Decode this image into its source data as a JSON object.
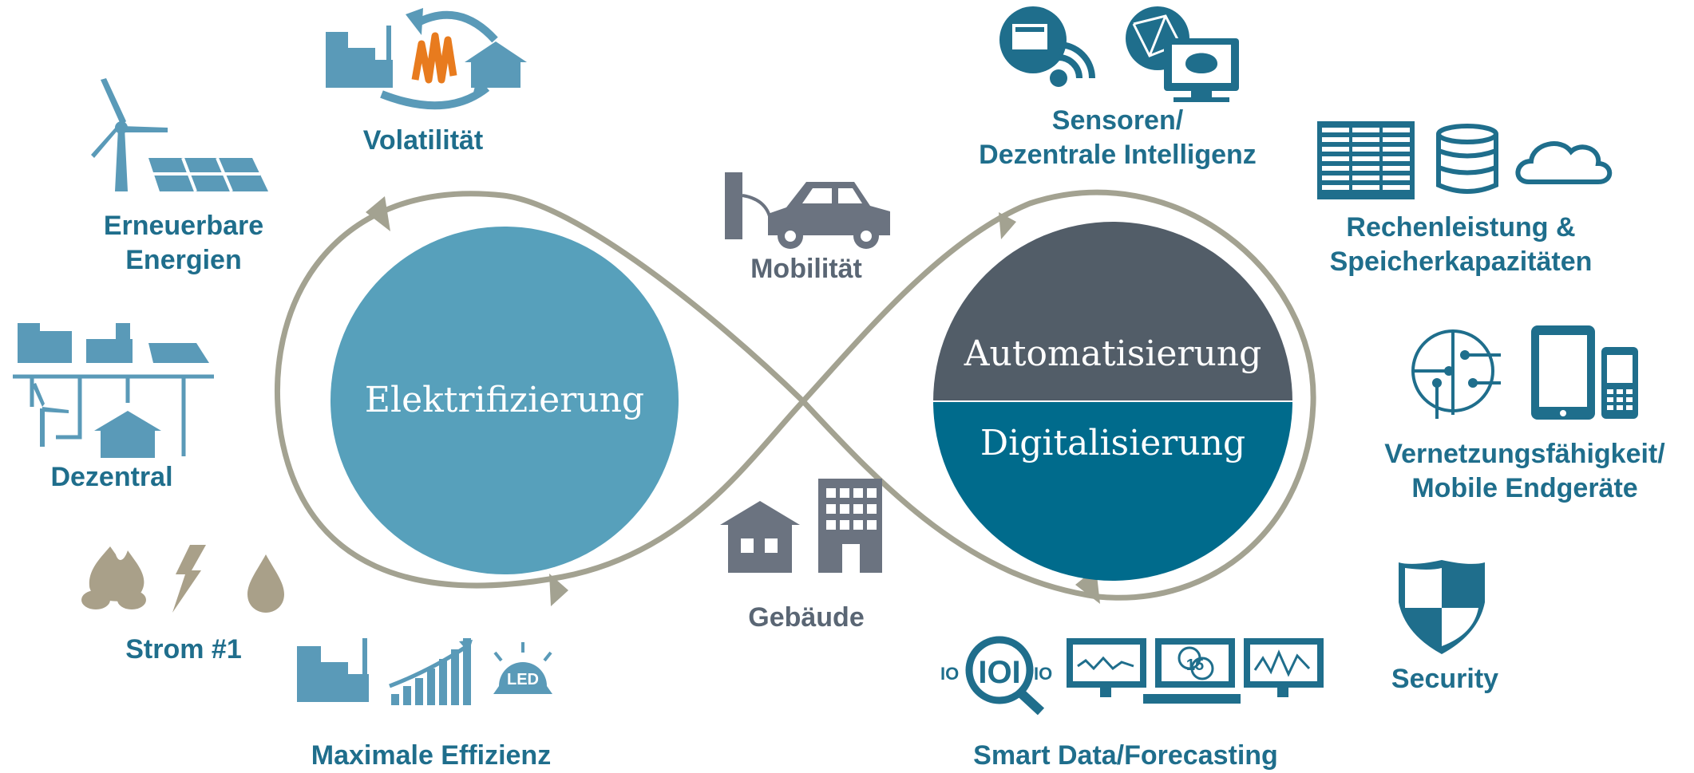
{
  "colors": {
    "teal": "#1f6e8c",
    "light_blue": "#57a0bb",
    "dark_slate": "#525d68",
    "deep_teal": "#006b8c",
    "grey_loop": "#a3a291",
    "slate_text": "#5a6674",
    "orange_accent": "#e87b1e",
    "warm_grey": "#a9a089"
  },
  "center": {
    "left_circle": "Elektrifizierung",
    "right_circle_top": "Automatisierung",
    "right_circle_bottom": "Digitalisierung"
  },
  "left_items": {
    "volatility": {
      "label": "Volatilität",
      "icons": [
        "power-plant-icon",
        "oscillation-icon",
        "cycle-arrows-icon",
        "house-icon"
      ]
    },
    "renewables": {
      "lines": [
        "Erneuerbare",
        "Energien"
      ],
      "icons": [
        "wind-turbine-icon",
        "solar-panel-icon"
      ]
    },
    "decentral": {
      "label": "Dezentral",
      "icons": [
        "grid-network-icon"
      ]
    },
    "strom": {
      "label": "Strom #1",
      "icons": [
        "coal-fire-icon",
        "lightning-icon",
        "oil-drop-icon"
      ]
    },
    "efficiency": {
      "label": "Maximale Effizienz",
      "icons": [
        "factory-icon",
        "growth-chart-icon",
        "led-lamp-icon"
      ],
      "led_text": "LED"
    }
  },
  "middle_items": {
    "mobility": {
      "label": "Mobilität",
      "icons": [
        "ev-charger-icon",
        "car-icon"
      ]
    },
    "buildings": {
      "label": "Gebäude",
      "icons": [
        "house-icon",
        "office-building-icon"
      ]
    }
  },
  "right_items": {
    "sensors": {
      "lines": [
        "Sensoren/",
        "Dezentrale Intelligenz"
      ],
      "icons": [
        "sensor-icon",
        "globe-network-icon",
        "monitor-brain-icon"
      ]
    },
    "compute": {
      "lines": [
        "Rechenleistung &",
        "Speicherkapazitäten"
      ],
      "icons": [
        "server-rack-icon",
        "database-icon",
        "cloud-icon"
      ]
    },
    "connectivity": {
      "lines": [
        "Vernetzungsfähigkeit/",
        "Mobile Endgeräte"
      ],
      "icons": [
        "circuit-network-icon",
        "tablet-icon",
        "mobile-phone-icon"
      ]
    },
    "security": {
      "label": "Security",
      "icons": [
        "shield-icon"
      ]
    },
    "forecasting": {
      "label": "Smart Data/Forecasting",
      "icons": [
        "data-magnifier-icon",
        "monitors-icon"
      ],
      "coin_text": "15",
      "binary_text": [
        "IOI",
        "IO",
        "IO"
      ]
    }
  }
}
